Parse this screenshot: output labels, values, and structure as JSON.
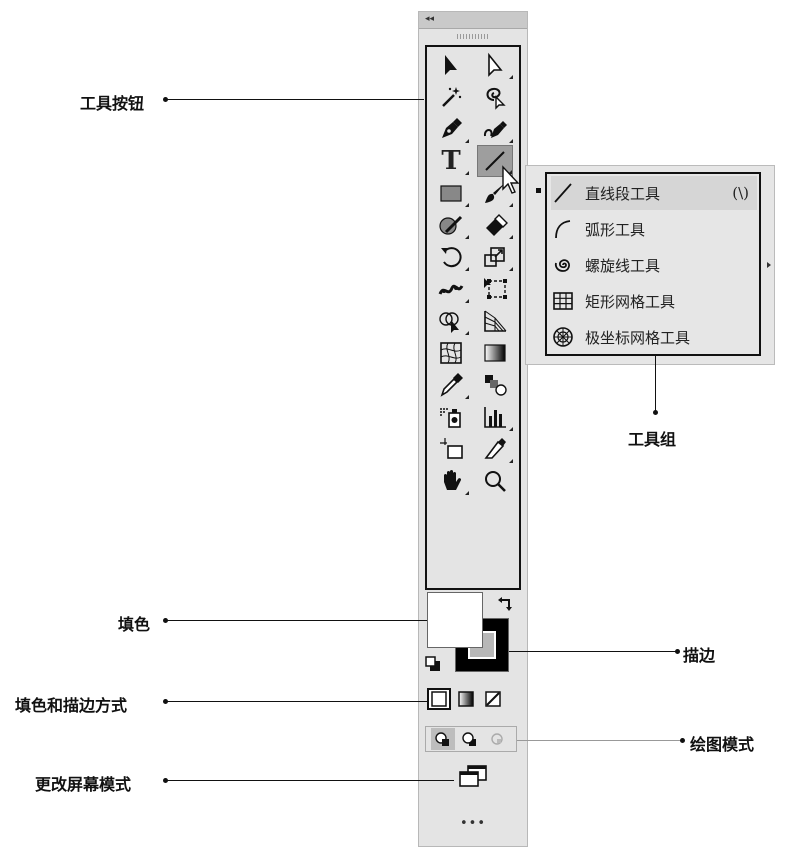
{
  "toolbar": {
    "collapse_glyph": "◂◂",
    "more_label": "•••"
  },
  "tools": [
    {
      "icon": "selection-icon"
    },
    {
      "icon": "direct-selection-icon"
    },
    {
      "icon": "magic-wand-icon"
    },
    {
      "icon": "lasso-icon"
    },
    {
      "icon": "pen-icon"
    },
    {
      "icon": "curvature-icon"
    },
    {
      "icon": "type-icon",
      "text": "T"
    },
    {
      "icon": "line-segment-icon",
      "state": "active"
    },
    {
      "icon": "rectangle-icon"
    },
    {
      "icon": "paintbrush-icon"
    },
    {
      "icon": "shaper-icon"
    },
    {
      "icon": "eraser-icon"
    },
    {
      "icon": "rotate-icon"
    },
    {
      "icon": "scale-icon"
    },
    {
      "icon": "puppet-warp-icon"
    },
    {
      "icon": "free-transform-icon"
    },
    {
      "icon": "shape-builder-icon"
    },
    {
      "icon": "perspective-grid-icon"
    },
    {
      "icon": "mesh-icon"
    },
    {
      "icon": "gradient-icon"
    },
    {
      "icon": "eyedropper-icon"
    },
    {
      "icon": "blend-icon"
    },
    {
      "icon": "symbol-sprayer-icon"
    },
    {
      "icon": "column-graph-icon"
    },
    {
      "icon": "artboard-icon"
    },
    {
      "icon": "slice-icon"
    },
    {
      "icon": "hand-icon"
    },
    {
      "icon": "zoom-icon"
    }
  ],
  "colors": {
    "fill": "#ffffff",
    "stroke": "#000000",
    "stroke_inner": "#b8b8b8",
    "panel_bg": "#e4e4e4",
    "active_tool_bg": "#9e9e9e"
  },
  "flyout": {
    "items": [
      {
        "icon": "line-segment-icon",
        "label": "直线段工具",
        "shortcut": "(\\)",
        "active": true
      },
      {
        "icon": "arc-icon",
        "label": "弧形工具"
      },
      {
        "icon": "spiral-icon",
        "label": "螺旋线工具"
      },
      {
        "icon": "rectangular-grid-icon",
        "label": "矩形网格工具"
      },
      {
        "icon": "polar-grid-icon",
        "label": "极坐标网格工具"
      }
    ]
  },
  "annotations": {
    "tool_buttons": "工具按钮",
    "tool_group": "工具组",
    "fill": "填色",
    "stroke": "描边",
    "fill_stroke_mode": "填色和描边方式",
    "drawing_mode": "绘图模式",
    "change_screen_mode": "更改屏幕模式"
  }
}
